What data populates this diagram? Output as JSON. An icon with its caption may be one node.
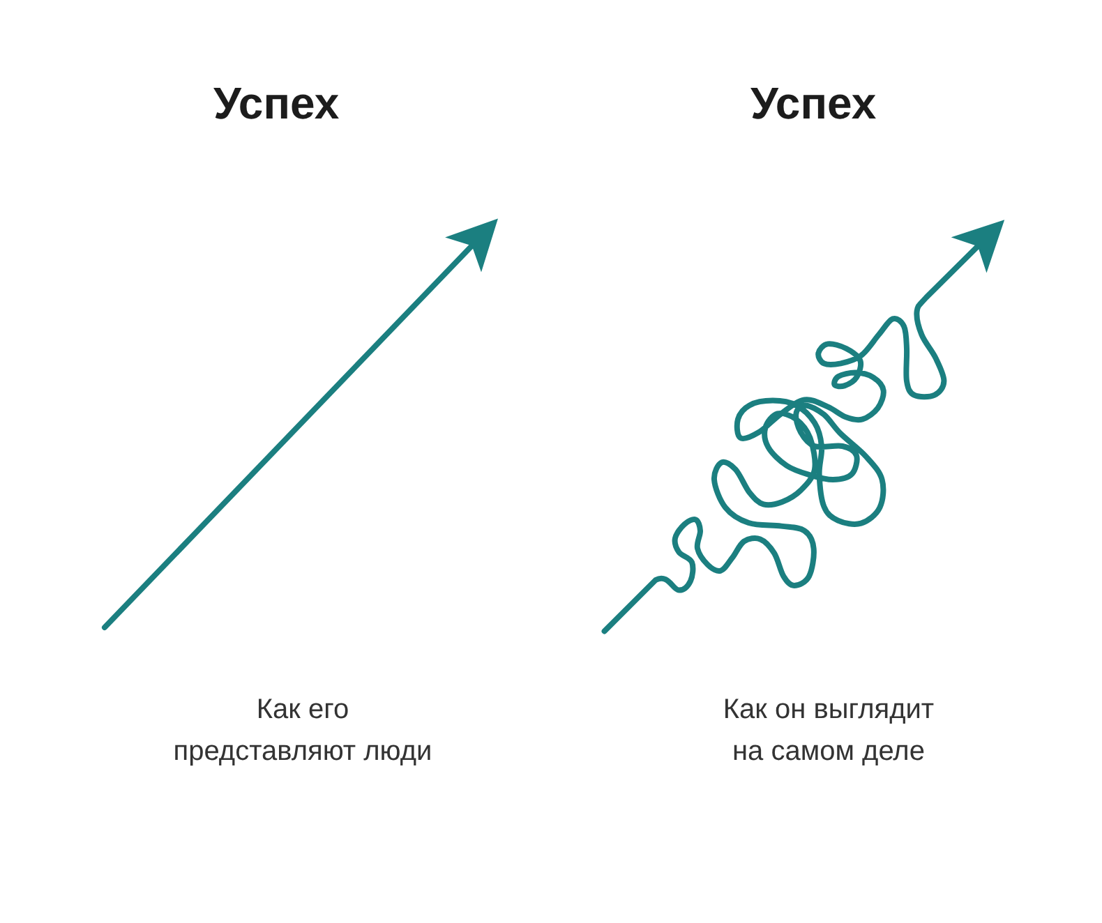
{
  "diagram": {
    "labels": [
      "Успех",
      "Успех",
      "Как его представляют люди",
      "Как он выглядит на самом деле"
    ]
  }
}
